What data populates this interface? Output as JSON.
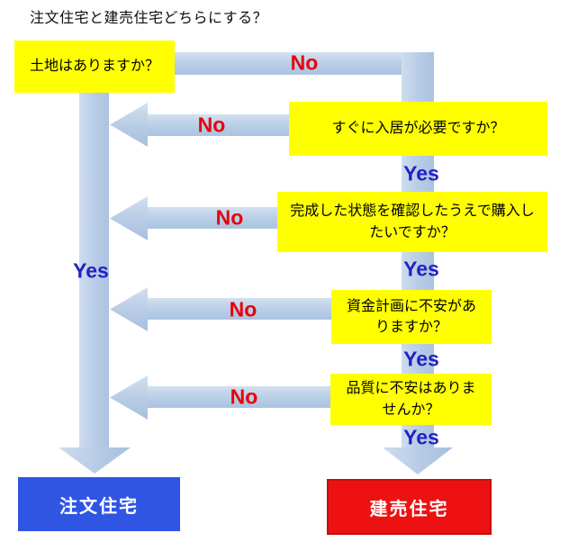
{
  "title": "注文住宅と建売住宅どちらにする？",
  "labels": {
    "yes": "Yes",
    "no": "No"
  },
  "nodes": {
    "q1": "土地はありますか？",
    "q2": "すぐに入居が必要ですか？",
    "q3": "完成した状態を確認したうえで購入したいですか？",
    "q4": "資金計画に不安がありますか？",
    "q5": "品質に不安はありませんか？"
  },
  "results": {
    "custom": "注文住宅",
    "ready": "建売住宅"
  },
  "colors": {
    "question_fill": "#FFFF00",
    "arrow_fill": "#B7CBE5",
    "yes_text": "#2222C2",
    "no_text": "#E8000B",
    "custom_fill": "#2F55E2",
    "ready_fill": "#EE1111"
  }
}
